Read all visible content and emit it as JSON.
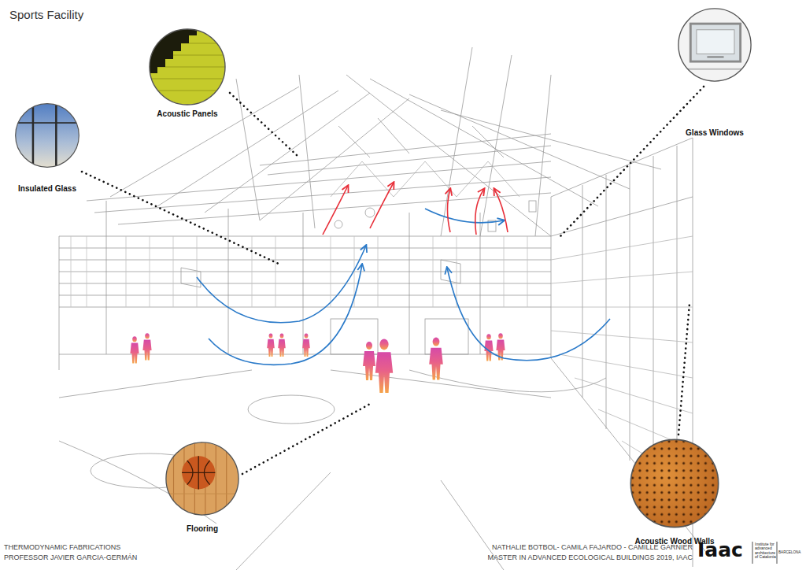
{
  "diagram": {
    "title": "Sports Facility",
    "nodes": [
      {
        "text": [
          "Acoustic Panels"
        ]
      },
      {
        "text": [
          "Insulated Glass"
        ]
      },
      {
        "text": [
          "Glass Windows"
        ]
      },
      {
        "text": [
          "Flooring"
        ]
      },
      {
        "text": [
          "Acoustic Wood Walls"
        ]
      }
    ],
    "labels": [
      "THERMODYNAMIC FABRICATIONS",
      "PROFESSOR JAVIER GARCIA-GERMÁN",
      "NATHALIE BOTBOL- CAMILA FAJARDO - CAMILLE GARNIER",
      "MASTER IN ADVANCED ECOLOGICAL BUILDINGS 2019, IAAC",
      "Iaac",
      "Institute for advanced architecture of Catalonia",
      "BARCELONA"
    ]
  }
}
